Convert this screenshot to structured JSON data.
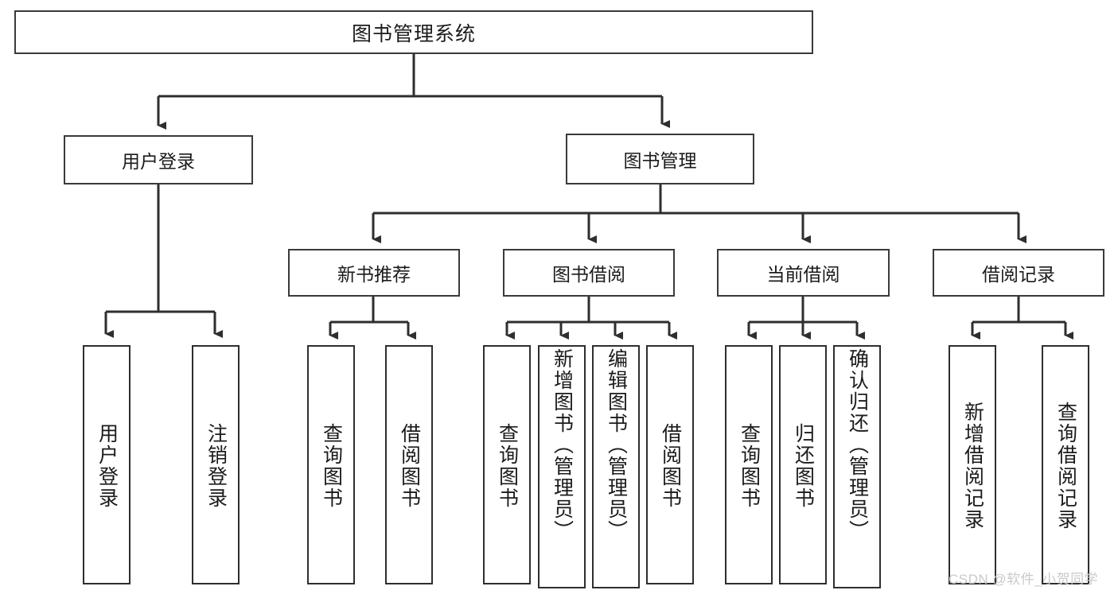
{
  "diagram": {
    "type": "tree-hierarchy",
    "title": "图书管理系统",
    "root": {
      "label": "图书管理系统"
    },
    "level2": [
      {
        "label": "用户登录"
      },
      {
        "label": "图书管理"
      }
    ],
    "level3": [
      {
        "label": "新书推荐"
      },
      {
        "label": "图书借阅"
      },
      {
        "label": "当前借阅"
      },
      {
        "label": "借阅记录"
      }
    ],
    "leaves": [
      {
        "label": "用户登录",
        "parent": "用户登录"
      },
      {
        "label": "注销登录",
        "parent": "用户登录"
      },
      {
        "label": "查询图书",
        "parent": "新书推荐"
      },
      {
        "label": "借阅图书",
        "parent": "新书推荐"
      },
      {
        "label": "查询图书",
        "parent": "图书借阅"
      },
      {
        "label": "新增图书（管理员）",
        "parent": "图书借阅"
      },
      {
        "label": "编辑图书（管理员）",
        "parent": "图书借阅"
      },
      {
        "label": "借阅图书",
        "parent": "图书借阅"
      },
      {
        "label": "查询图书",
        "parent": "当前借阅"
      },
      {
        "label": "归还图书",
        "parent": "当前借阅"
      },
      {
        "label": "确认归还（管理员）",
        "parent": "当前借阅"
      },
      {
        "label": "新增借阅记录",
        "parent": "借阅记录"
      },
      {
        "label": "查询借阅记录",
        "parent": "借阅记录"
      }
    ],
    "watermark": "CSDN @软件_小贺同学",
    "colors": {
      "box_border": "#3a3a3a",
      "connector": "#2e2e2e",
      "background": "#ffffff",
      "text": "#1b1b1b",
      "watermark": "#c9c9c9"
    }
  }
}
